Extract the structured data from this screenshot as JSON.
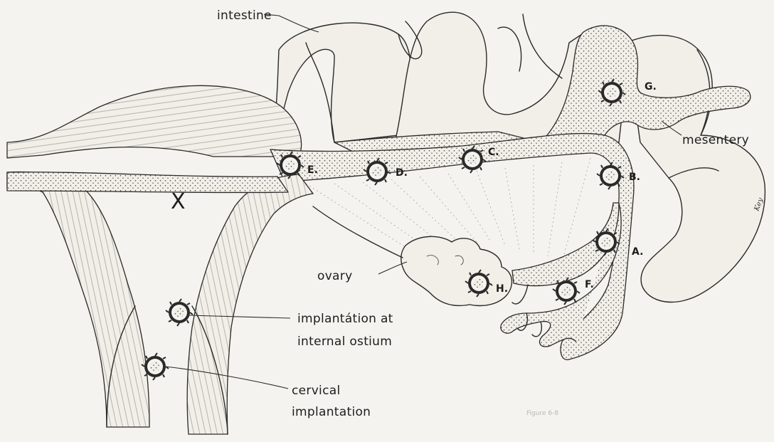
{
  "labels": {
    "intestine": "intestine",
    "mesentery": "mesentery",
    "ovary": "ovary",
    "x_mark": "X",
    "implantation_line1": "implantátion at",
    "implantation_line2": "internal ostium",
    "cervical_line1": "cervical",
    "cervical_line2": "implantation",
    "signature": "Key",
    "caption": "Figure 6-8"
  },
  "sites": {
    "A": "A.",
    "B": "B.",
    "C": "C.",
    "D": "D.",
    "E": "E.",
    "F": "F.",
    "G": "G.",
    "H": "H."
  },
  "colors": {
    "paper": "#f4f3ef",
    "ink": "#2a2a2a",
    "stipple": "#3a3a3a"
  }
}
